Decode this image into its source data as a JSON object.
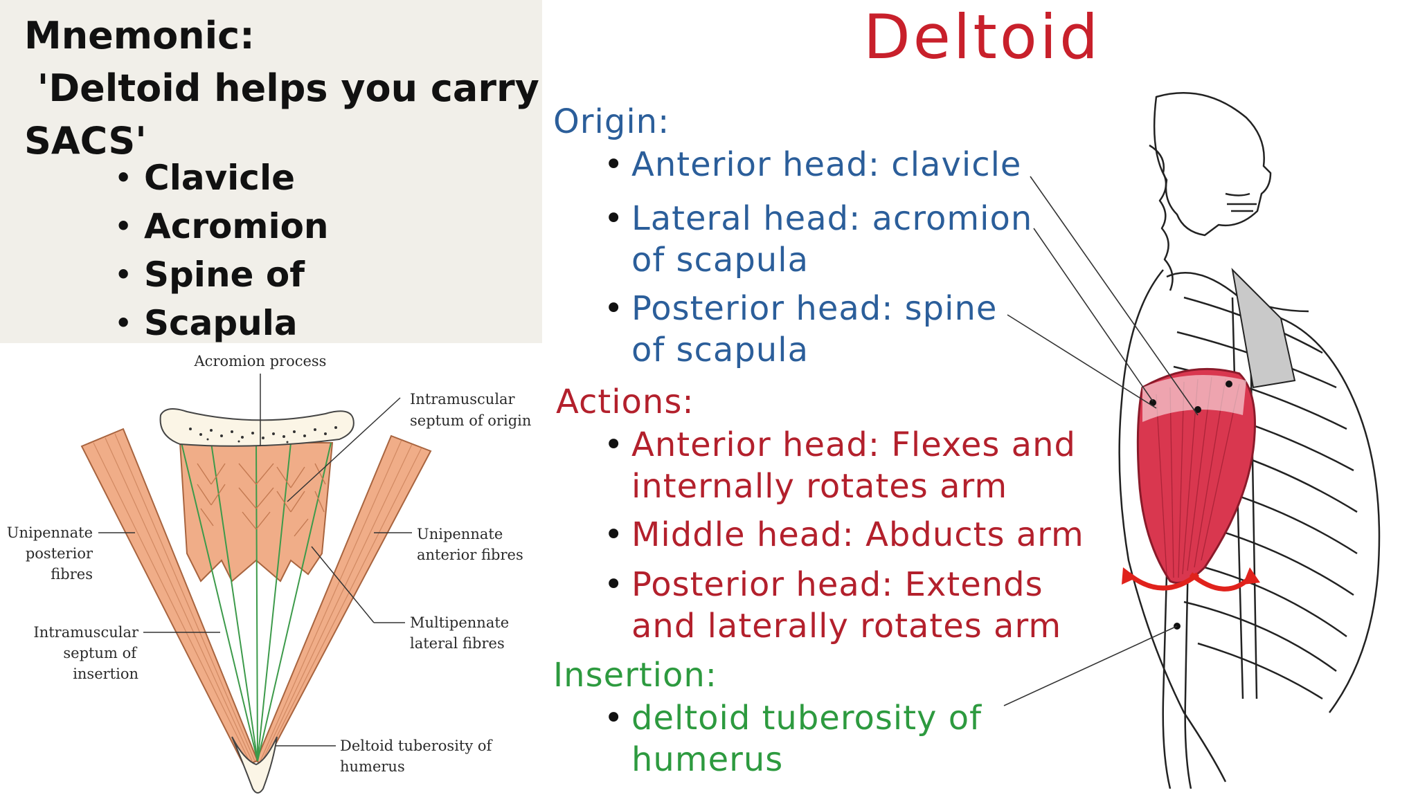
{
  "mnemonic": {
    "line1": "Mnemonic:",
    "line2": " 'Deltoid helps you carry",
    "line3": "SACS'",
    "items": [
      "Clavicle",
      "Acromion",
      "Spine of",
      "Scapula"
    ]
  },
  "diagram": {
    "acromion_process": "Acromion process",
    "septum_origin_1": "Intramuscular",
    "septum_origin_2": "septum of origin",
    "unipennate_posterior_1": "Unipennate",
    "unipennate_posterior_2": "posterior",
    "unipennate_posterior_3": "fibres",
    "unipennate_anterior_1": "Unipennate",
    "unipennate_anterior_2": "anterior fibres",
    "multipennate_1": "Multipennate",
    "multipennate_2": "lateral fibres",
    "septum_insertion_1": "Intramuscular",
    "septum_insertion_2": "septum of",
    "septum_insertion_3": "insertion",
    "tuberosity_1": "Deltoid tuberosity of",
    "tuberosity_2": "humerus"
  },
  "infographic": {
    "title": "Deltoid",
    "origin_head": "Origin:",
    "origin_items": [
      {
        "line1": "Anterior head: clavicle",
        "line2": ""
      },
      {
        "line1": "Lateral head: acromion",
        "line2": "of scapula"
      },
      {
        "line1": "Posterior head: spine",
        "line2": "of scapula"
      }
    ],
    "actions_head": "Actions:",
    "action_items": [
      {
        "line1": "Anterior head: Flexes and",
        "line2": "internally rotates arm"
      },
      {
        "line1": "Middle head: Abducts arm",
        "line2": ""
      },
      {
        "line1": "Posterior head: Extends",
        "line2": "and laterally rotates arm"
      }
    ],
    "insertion_head": "Insertion:",
    "insertion_items": [
      {
        "line1": "deltoid tuberosity of",
        "line2": "humerus"
      }
    ]
  },
  "colors": {
    "title_red": "#c8202b",
    "origin_blue": "#2b5e9a",
    "actions_red": "#b3202c",
    "insertion_green": "#2d9a3f",
    "muscle_peach": "#f0ad88",
    "muscle_red": "#d9374f",
    "panel_bg": "#f1efe9"
  }
}
